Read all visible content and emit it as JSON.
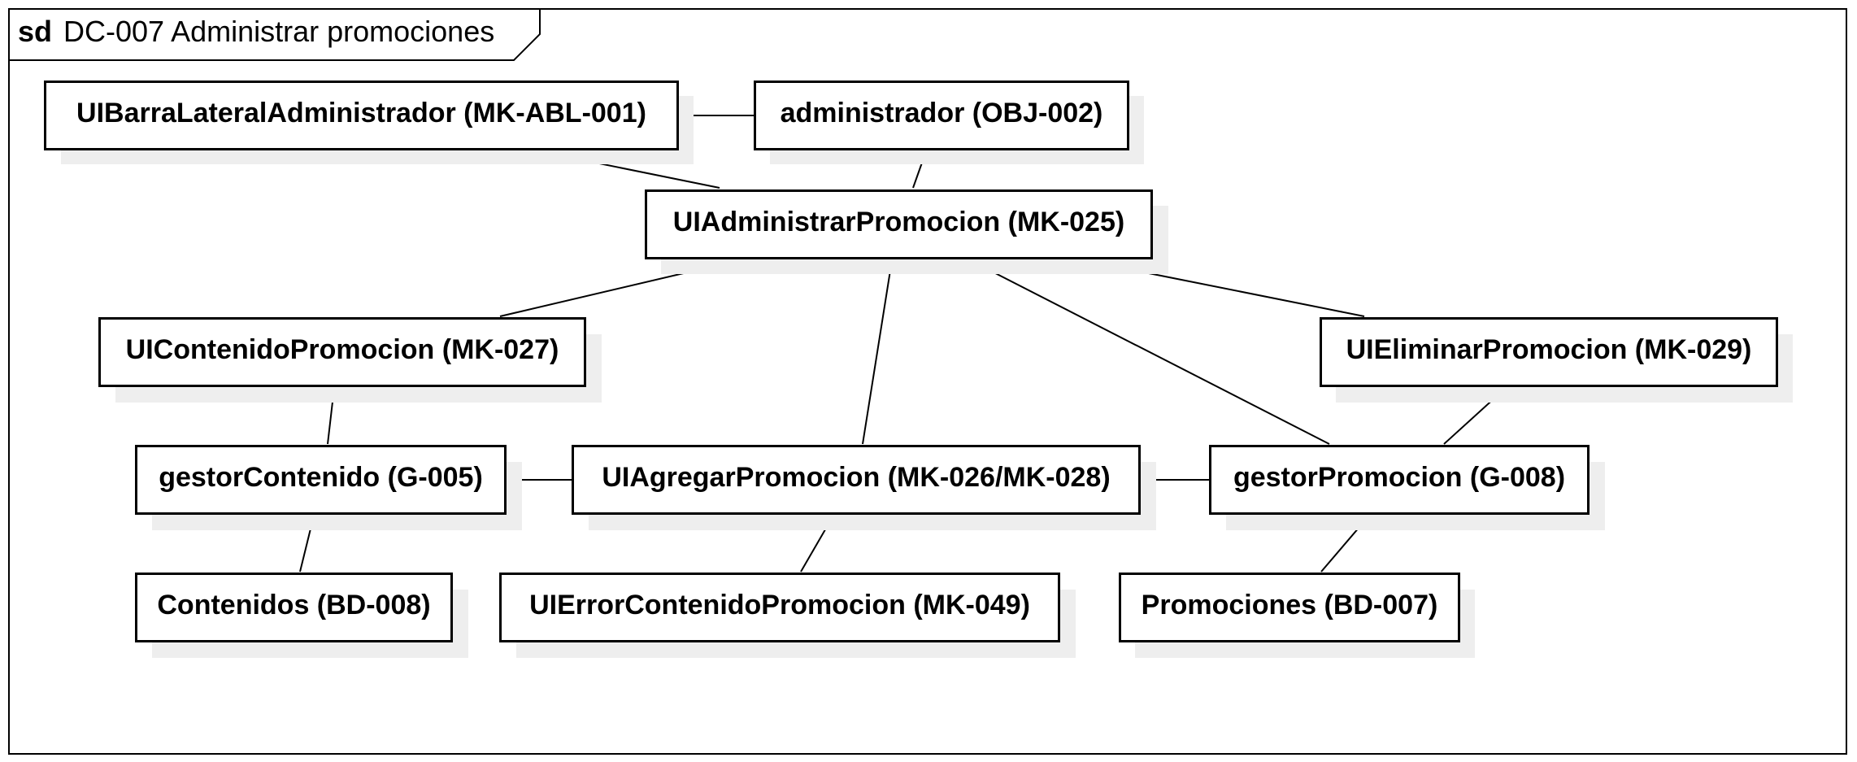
{
  "diagram": {
    "frame_keyword": "sd",
    "frame_title": "DC-007 Administrar promociones",
    "nodes": [
      {
        "id": "n1",
        "label": "UIBarraLateralAdministrador (MK-ABL-001)"
      },
      {
        "id": "n2",
        "label": "administrador (OBJ-002)"
      },
      {
        "id": "n3",
        "label": "UIAdministrarPromocion (MK-025)"
      },
      {
        "id": "n4",
        "label": "UIContenidoPromocion (MK-027)"
      },
      {
        "id": "n5",
        "label": "UIEliminarPromocion (MK-029)"
      },
      {
        "id": "n6",
        "label": "gestorContenido (G-005)"
      },
      {
        "id": "n7",
        "label": "UIAgregarPromocion (MK-026/MK-028)"
      },
      {
        "id": "n8",
        "label": "gestorPromocion (G-008)"
      },
      {
        "id": "n9",
        "label": "Contenidos (BD-008)"
      },
      {
        "id": "n10",
        "label": "UIErrorContenidoPromocion (MK-049)"
      },
      {
        "id": "n11",
        "label": "Promociones (BD-007)"
      }
    ],
    "links": [
      [
        "n1",
        "n2"
      ],
      [
        "n1",
        "n3"
      ],
      [
        "n2",
        "n3"
      ],
      [
        "n3",
        "n4"
      ],
      [
        "n3",
        "n7"
      ],
      [
        "n3",
        "n8"
      ],
      [
        "n3",
        "n5"
      ],
      [
        "n4",
        "n6"
      ],
      [
        "n5",
        "n8"
      ],
      [
        "n6",
        "n7"
      ],
      [
        "n7",
        "n8"
      ],
      [
        "n6",
        "n9"
      ],
      [
        "n7",
        "n10"
      ],
      [
        "n8",
        "n11"
      ]
    ]
  }
}
